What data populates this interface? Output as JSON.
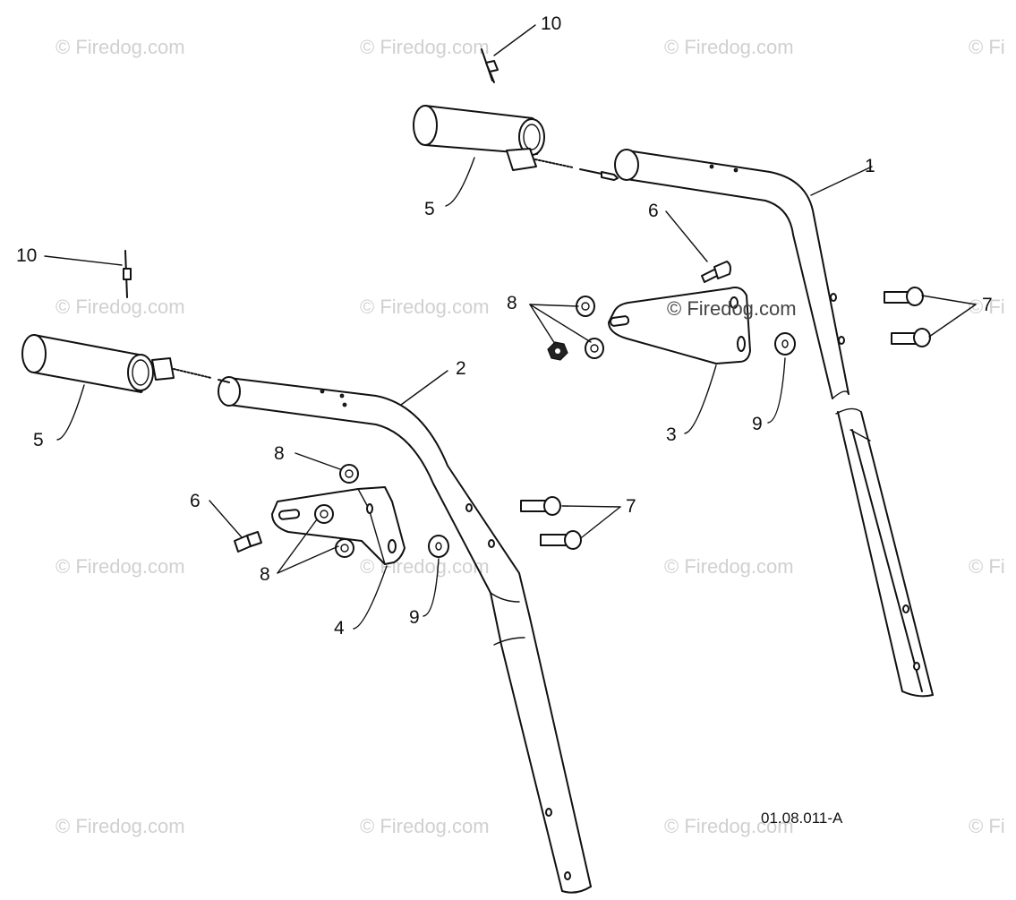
{
  "diagram": {
    "drawing_number": "01.08.011-A",
    "watermark": "© Firedog.com",
    "watermark_short": "© Fi",
    "callouts": {
      "upper_handle": "1",
      "lower_handle": "2",
      "bracket_right": "3",
      "bracket_left": "4",
      "grip_upper": "5",
      "grip_lower": "5",
      "screw_upper": "6",
      "screw_lower": "6",
      "bolts_upper": "7",
      "bolts_lower": "7",
      "nuts_upper": "8",
      "nut_lower_top": "8",
      "nuts_lower": "8",
      "washer_upper": "9",
      "washer_lower": "9",
      "pin_upper": "10",
      "pin_lower": "10"
    }
  }
}
